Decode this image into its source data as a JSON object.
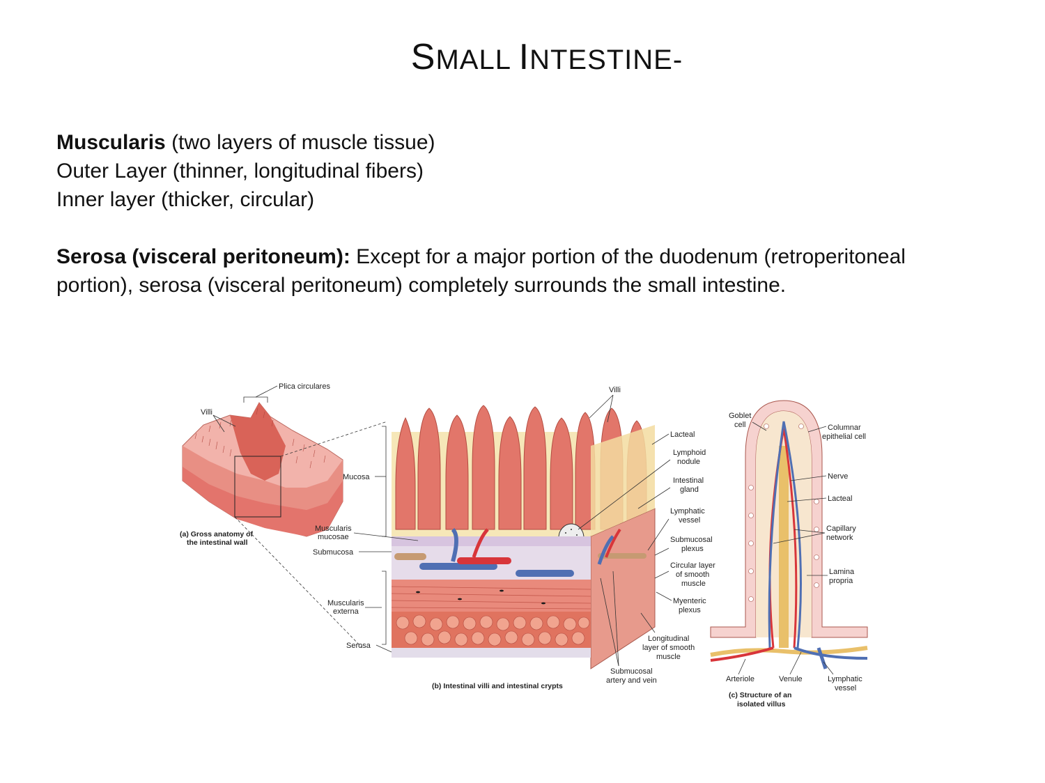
{
  "slide": {
    "title_parts": [
      "S",
      "MALL ",
      "I",
      "NTESTINE-"
    ],
    "muscularis_heading": "Muscularis",
    "muscularis_note": " (two layers of muscle tissue)",
    "outer_layer": "Outer Layer (thinner, longitudinal fibers)",
    "inner_layer": "Inner layer (thicker, circular)",
    "serosa_heading": "Serosa (visceral peritoneum)",
    "serosa_colon": ":",
    "serosa_text": " Except for a major portion of the duodenum (retroperitoneal portion), serosa (visceral peritoneum) completely surrounds the small intestine."
  },
  "figure": {
    "panel_a": {
      "labels": {
        "plica": "Plica circulares",
        "villi": "Villi"
      },
      "caption": [
        "(a) Gross anatomy of",
        "the intestinal wall"
      ]
    },
    "panel_b": {
      "left_labels": {
        "mucosa": "Mucosa",
        "muscularis_mucosae": [
          "Muscularis",
          "mucosae"
        ],
        "submucosa": "Submucosa",
        "muscularis_externa": [
          "Muscularis",
          "externa"
        ],
        "serosa": "Serosa"
      },
      "top_label": "Villi",
      "right_labels": {
        "lacteal": "Lacteal",
        "lymphoid_nodule": [
          "Lymphoid",
          "nodule"
        ],
        "intestinal_gland": [
          "Intestinal",
          "gland"
        ],
        "lymphatic_vessel": [
          "Lymphatic",
          "vessel"
        ],
        "submucosal_plexus": [
          "Submucosal",
          "plexus"
        ],
        "circular_layer": [
          "Circular layer",
          "of smooth",
          "muscle"
        ],
        "myenteric_plexus": [
          "Myenteric",
          "plexus"
        ],
        "longitudinal_layer": [
          "Longitudinal",
          "layer of smooth",
          "muscle"
        ],
        "submucosal_artery_vein": [
          "Submucosal",
          "artery and vein"
        ]
      },
      "caption": "(b) Intestinal villi and intestinal crypts"
    },
    "panel_c": {
      "labels": {
        "goblet_cell": [
          "Goblet",
          "cell"
        ],
        "columnar_cell": [
          "Columnar",
          "epithelial cell"
        ],
        "nerve": "Nerve",
        "lacteal": "Lacteal",
        "capillary_network": [
          "Capillary",
          "network"
        ],
        "lamina_propria": [
          "Lamina",
          "propria"
        ],
        "arteriole": "Arteriole",
        "venule": "Venule",
        "lymphatic_vessel": [
          "Lymphatic",
          "vessel"
        ]
      },
      "caption": [
        "(c) Structure of an",
        "isolated villus"
      ]
    }
  },
  "colors": {
    "mucosa_bg": "#f6e7b8",
    "villus": "#e2766a",
    "muscle": "#e98a7c",
    "submucosa": "#e6dcea",
    "vein": "#4f6fb3",
    "artery": "#d8353a",
    "nerve": "#e9c06a"
  }
}
